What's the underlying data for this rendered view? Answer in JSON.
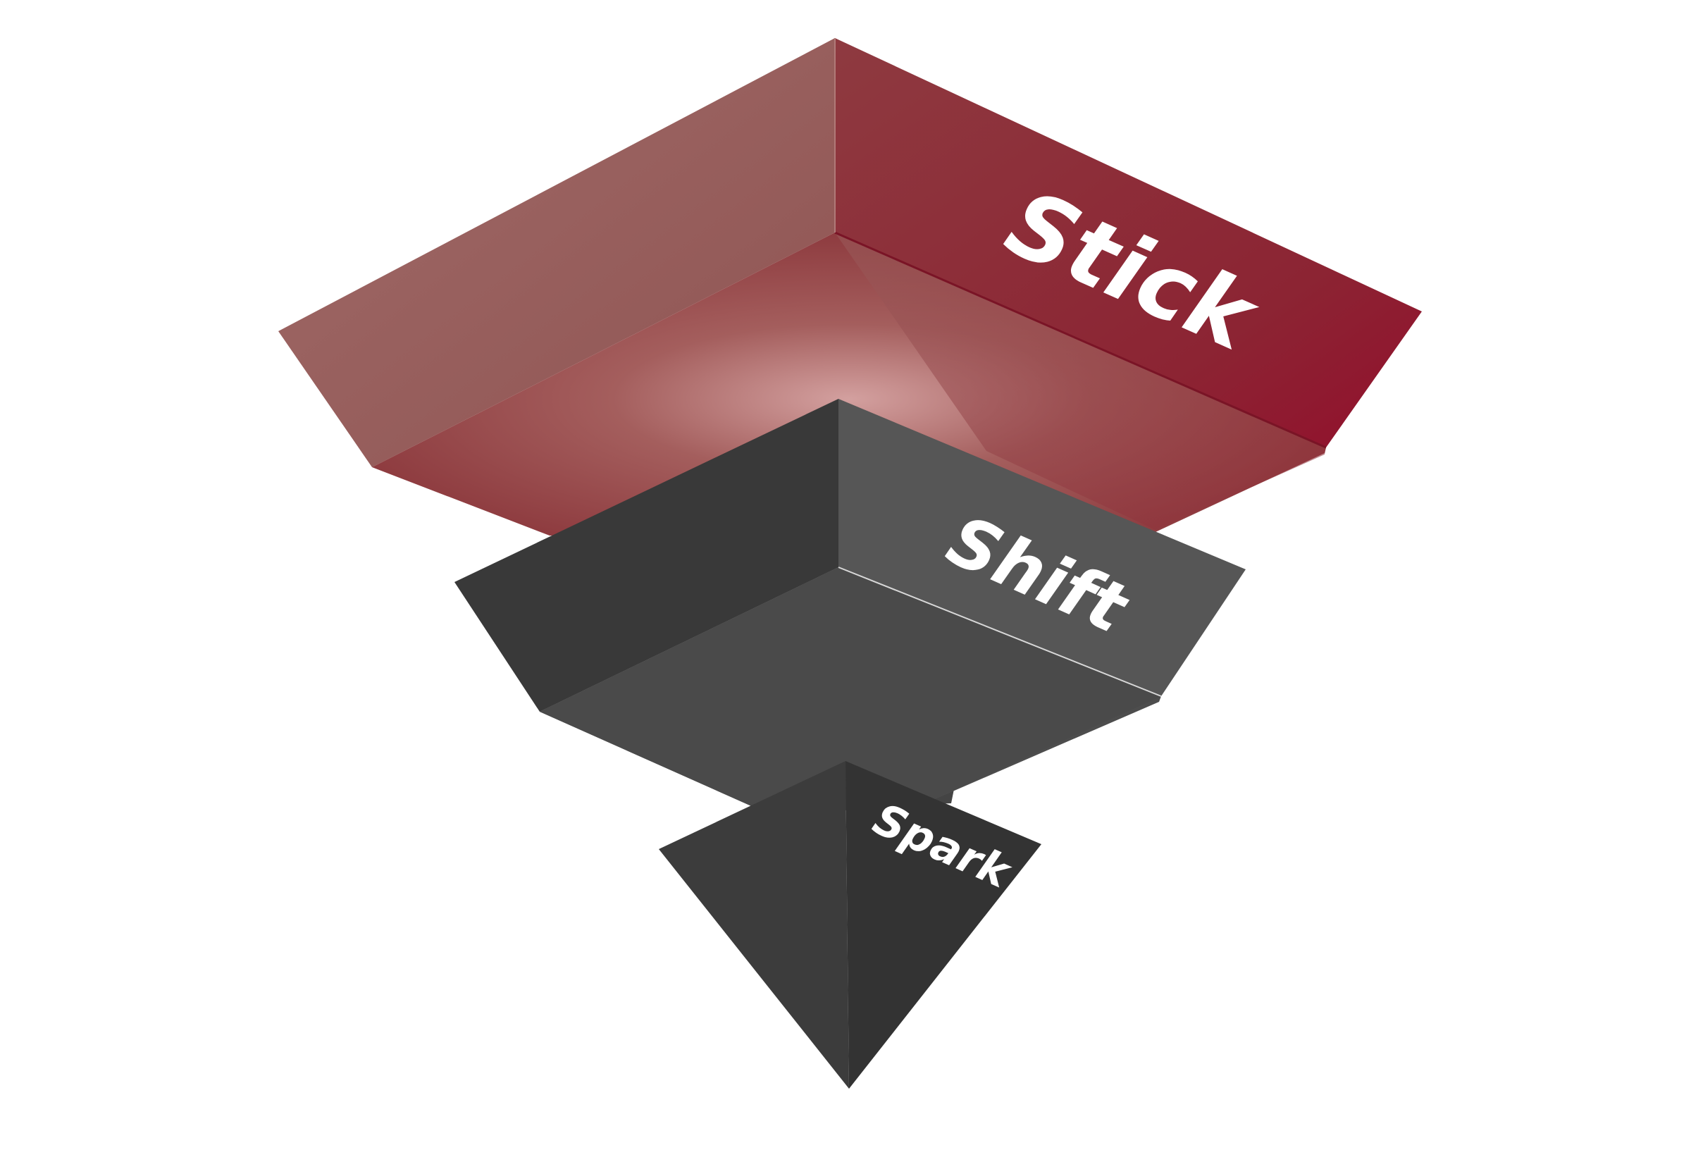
{
  "diagram": {
    "type": "inverted-pyramid",
    "tiers": [
      {
        "id": "stick",
        "label": "Stick",
        "color": "#8e2a35"
      },
      {
        "id": "shift",
        "label": "Shift",
        "color": "#4a4a4a"
      },
      {
        "id": "spark",
        "label": "Spark",
        "color": "#353535"
      }
    ]
  },
  "colors": {
    "background": "#ffffff",
    "label": "#ffffff"
  }
}
